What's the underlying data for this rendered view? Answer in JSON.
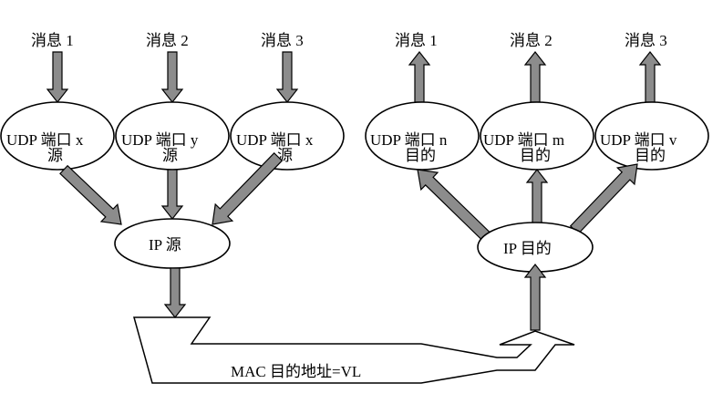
{
  "diagram": {
    "source": {
      "messages": [
        "消息 1",
        "消息 2",
        "消息 3"
      ],
      "udp_ports": [
        {
          "line1": "UDP  端口 x",
          "line2": "源"
        },
        {
          "line1": "UDP  端口 y",
          "line2": "源"
        },
        {
          "line1": "UDP  端口 x",
          "line2": "源"
        }
      ],
      "ip": "IP  源"
    },
    "destination": {
      "messages": [
        "消息 1",
        "消息 2",
        "消息 3"
      ],
      "udp_ports": [
        {
          "line1": "UDP  端口 n",
          "line2": "目的"
        },
        {
          "line1": "UDP  端口 m",
          "line2": "目的"
        },
        {
          "line1": "UDP  端口 v",
          "line2": "目的"
        }
      ],
      "ip": "IP  目的"
    },
    "link_label": "MAC  目的地址=VL",
    "colors": {
      "arrow_fill": "#8c8c8c",
      "stroke": "#000000",
      "background": "#ffffff"
    }
  }
}
